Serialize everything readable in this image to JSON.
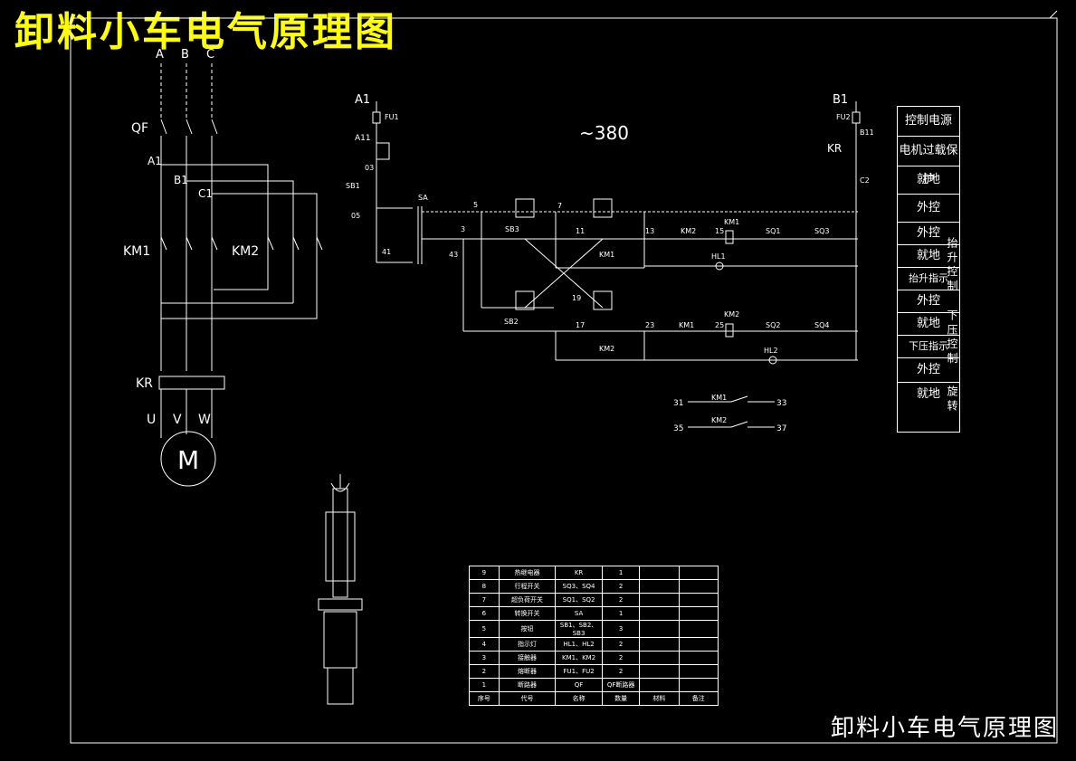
{
  "title": "卸料小车电气原理图",
  "bottom_title": "卸料小车电气原理图",
  "power": {
    "phases": [
      "A",
      "B",
      "C"
    ],
    "breaker": "QF",
    "phase_nodes": [
      "A1",
      "B1",
      "C1"
    ],
    "contactors": [
      "KM1",
      "KM2"
    ],
    "overload": "KR",
    "motor_terms": [
      "U",
      "V",
      "W"
    ],
    "motor": "M"
  },
  "control": {
    "voltage": "~380",
    "left_supply": "A1",
    "right_supply": "B1",
    "fu1": "FU1",
    "fu2": "FU2",
    "a11": "A11",
    "b11": "B11",
    "n03": "03",
    "sb1": "SB1",
    "n05": "05",
    "sa": "SA",
    "n41": "41",
    "n43": "43",
    "n5": "5",
    "n3": "3",
    "n7": "7",
    "n11": "11",
    "n13": "13",
    "n15": "15",
    "n17": "17",
    "n19": "19",
    "n23": "23",
    "n25": "25",
    "sb3": "SB3",
    "sb2": "SB2",
    "km1": "KM1",
    "km2": "KM2",
    "sq1": "SQ1",
    "sq2": "SQ2",
    "sq3": "SQ3",
    "sq4": "SQ4",
    "hl1": "HL1",
    "hl2": "HL2",
    "kr": "KR",
    "c2": "C2",
    "aux1": [
      "31",
      "KM1",
      "33"
    ],
    "aux2": [
      "35",
      "KM2",
      "37"
    ]
  },
  "side_table": [
    "控制电源",
    "电机过载保护",
    "就地",
    "外控",
    "外控",
    "就地",
    "抬升指示",
    "外控",
    "就地",
    "下压指示",
    "外控",
    "就地"
  ],
  "side_groups": [
    "抬 升 控 制",
    "下 压 控 制",
    "旋 转"
  ],
  "bom": {
    "headers": [
      "序号",
      "代号",
      "名称",
      "数量",
      "材料",
      "备注"
    ],
    "rows": [
      [
        "9",
        "热继电器",
        "KR",
        "1",
        "",
        ""
      ],
      [
        "8",
        "行程开关",
        "SQ3、SQ4",
        "2",
        "",
        ""
      ],
      [
        "7",
        "超负荷开关",
        "SQ1、SQ2",
        "2",
        "",
        ""
      ],
      [
        "6",
        "转换开关",
        "SA",
        "1",
        "",
        ""
      ],
      [
        "5",
        "按钮",
        "SB1、SB2、SB3",
        "3",
        "",
        ""
      ],
      [
        "4",
        "指示灯",
        "HL1、HL2",
        "2",
        "",
        ""
      ],
      [
        "3",
        "接触器",
        "KM1、KM2",
        "2",
        "",
        ""
      ],
      [
        "2",
        "熔断器",
        "FU1、FU2",
        "2",
        "",
        ""
      ],
      [
        "1",
        "断路器",
        "QF",
        "QF断路器",
        "",
        ""
      ]
    ]
  }
}
